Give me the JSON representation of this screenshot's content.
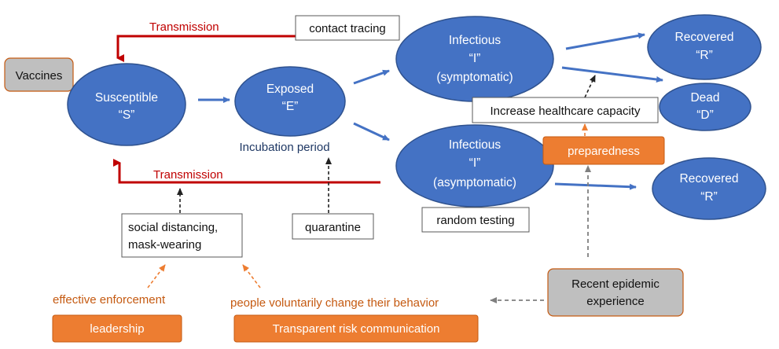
{
  "colors": {
    "node_fill": "#4472c4",
    "node_stroke": "#2f528f",
    "transmission_red": "#c00000",
    "orange_box": "#ed7d31",
    "orange_text": "#c55a11",
    "gray_box": "#bfbfbf",
    "navy_text": "#1f3864",
    "blue_arrow": "#4472c4"
  },
  "nodes": {
    "susceptible": {
      "line1": "Susceptible",
      "line2": "“S”"
    },
    "exposed": {
      "line1": "Exposed",
      "line2": "“E”"
    },
    "infectious_symptomatic": {
      "line1": "Infectious",
      "line2": "“I”",
      "line3": "(symptomatic)"
    },
    "infectious_asymptomatic": {
      "line1": "Infectious",
      "line2": "“I”",
      "line3": "(asymptomatic)"
    },
    "recovered_top": {
      "line1": "Recovered",
      "line2": "“R”"
    },
    "dead": {
      "line1": "Dead",
      "line2": "“D”"
    },
    "recovered_bottom": {
      "line1": "Recovered",
      "line2": "“R”"
    }
  },
  "labels": {
    "transmission_top": "Transmission",
    "transmission_bottom": "Transmission",
    "incubation_period": "Incubation period",
    "effective_enforcement": "effective enforcement",
    "people_change": "people voluntarily change their behavior"
  },
  "boxes": {
    "vaccines": "Vaccines",
    "contact_tracing": "contact tracing",
    "increase_healthcare": "Increase healthcare capacity",
    "preparedness": "preparedness",
    "social_distancing": {
      "line1": "social distancing,",
      "line2": "mask-wearing"
    },
    "quarantine": "quarantine",
    "random_testing": "random testing",
    "recent_epidemic": {
      "line1": "Recent epidemic",
      "line2": "experience"
    },
    "leadership": "leadership",
    "transparent_risk": "Transparent risk communication"
  }
}
